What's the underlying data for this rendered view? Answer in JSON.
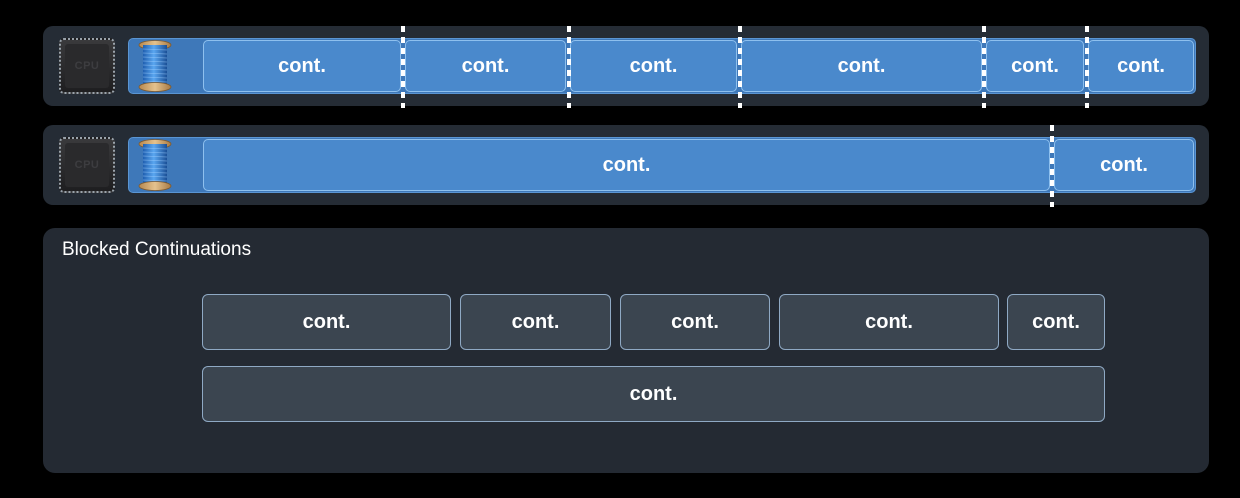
{
  "colors": {
    "background": "#000000",
    "lane": "#252c35",
    "thread": "#3e78b9",
    "continuation": "#4a89cc",
    "continuation_border": "#8ec0ee",
    "blocked_panel": "#242a33",
    "blocked_continuation": "#3b4550"
  },
  "icons": {
    "cpu": "cpu-chip-icon",
    "thread": "thread-spool-icon"
  },
  "cpu_label": "CPU",
  "cont_label": "cont.",
  "lanes": [
    {
      "continuations": [
        "cont.",
        "cont.",
        "cont.",
        "cont.",
        "cont.",
        "cont."
      ]
    },
    {
      "continuations": [
        "cont.",
        "cont."
      ]
    }
  ],
  "blocked": {
    "title": "Blocked Continuations",
    "row1": [
      "cont.",
      "cont.",
      "cont.",
      "cont.",
      "cont."
    ],
    "row2": [
      "cont."
    ]
  }
}
